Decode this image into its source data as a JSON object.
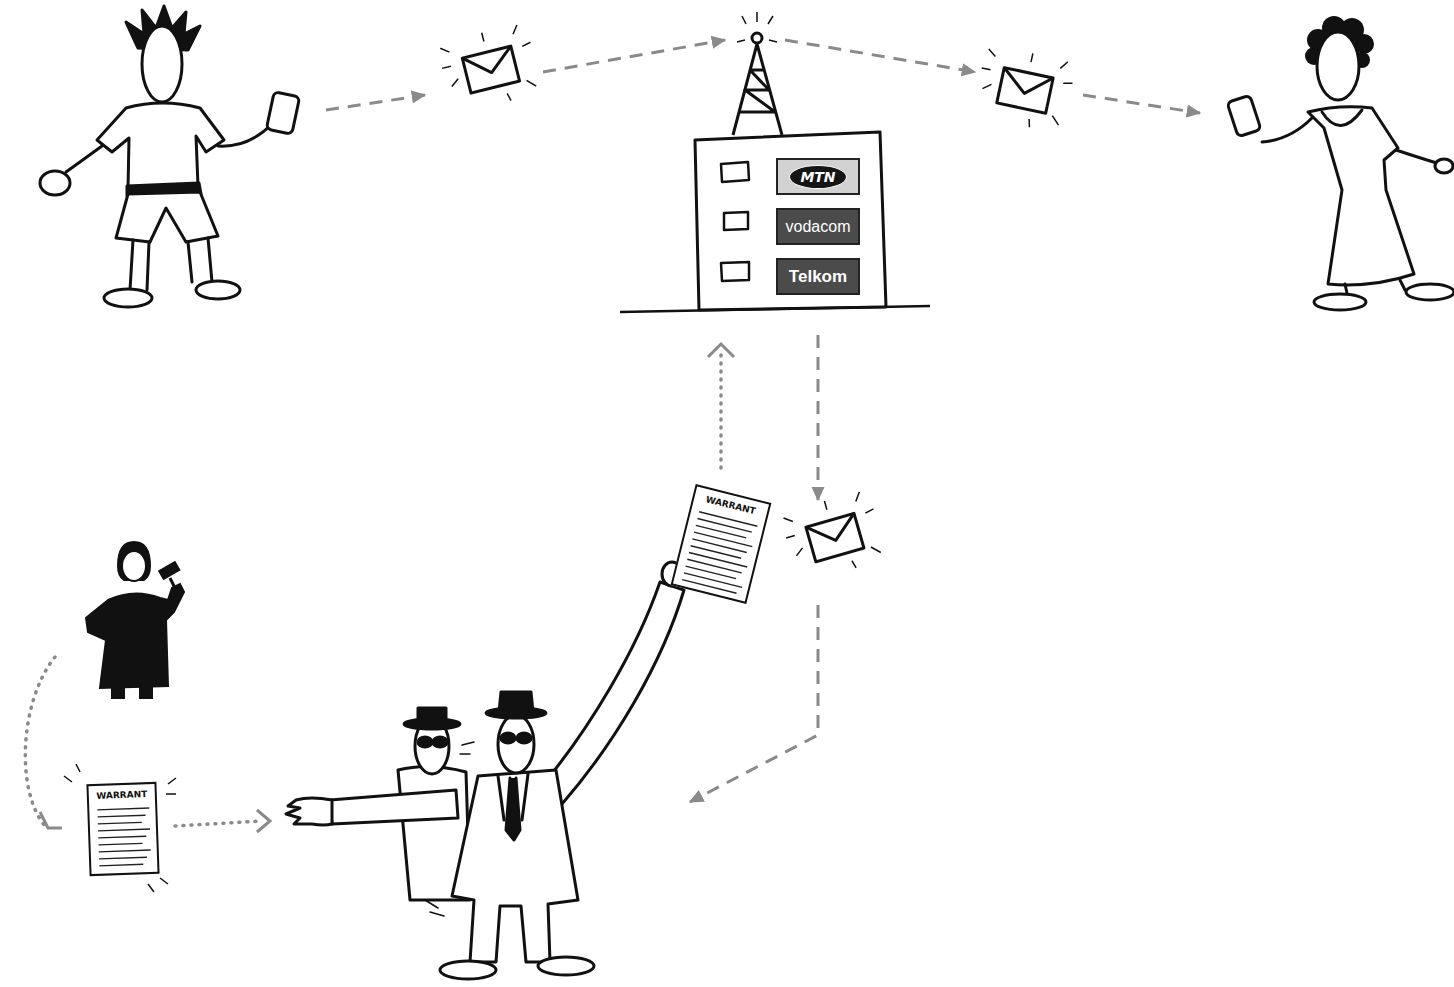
{
  "diagram": {
    "nodes": [
      {
        "text": [
          "MTN"
        ]
      },
      {
        "text": [
          "vodacom"
        ]
      },
      {
        "text": [
          "Telkom"
        ]
      },
      {
        "text": [
          "WARRANT"
        ]
      },
      {
        "text": [
          "WARRANT"
        ]
      }
    ]
  }
}
